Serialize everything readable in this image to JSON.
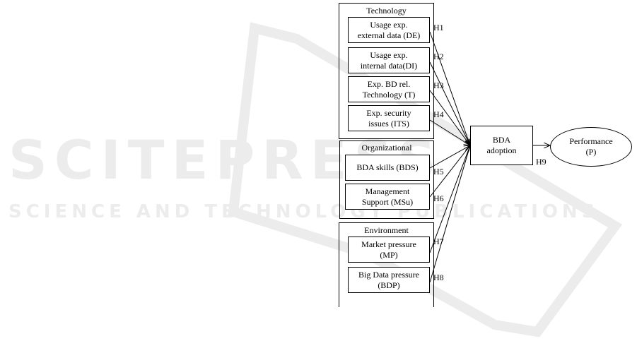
{
  "watermark": {
    "main": "SCITEPRESS",
    "sub": "SCIENCE AND TECHNOLOGY PUBLICATIONS",
    "color": "#ececec"
  },
  "groups": [
    {
      "title": "Technology",
      "factors": [
        {
          "label": "Usage exp.\nexternal data (DE)",
          "hypothesis": "H1"
        },
        {
          "label": "Usage exp.\ninternal data(DI)",
          "hypothesis": "H2"
        },
        {
          "label": "Exp. BD rel.\nTechnology (T)",
          "hypothesis": "H3"
        },
        {
          "label": "Exp. security\nissues (ITS)",
          "hypothesis": "H4"
        }
      ]
    },
    {
      "title": "Organizational",
      "factors": [
        {
          "label": "BDA skills (BDS)",
          "hypothesis": "H5"
        },
        {
          "label": "Management\nSupport (MSu)",
          "hypothesis": "H6"
        }
      ]
    },
    {
      "title": "Environment",
      "factors": [
        {
          "label": "Market pressure\n(MP)",
          "hypothesis": "H7"
        },
        {
          "label": "Big Data  pressure\n(BDP)",
          "hypothesis": "H8"
        }
      ]
    }
  ],
  "adoption": {
    "label": "BDA\nadoption"
  },
  "outcome": {
    "label": "Performance\n(P)",
    "hypothesis": "H9"
  },
  "colors": {
    "line": "#000000",
    "background": "#ffffff"
  }
}
